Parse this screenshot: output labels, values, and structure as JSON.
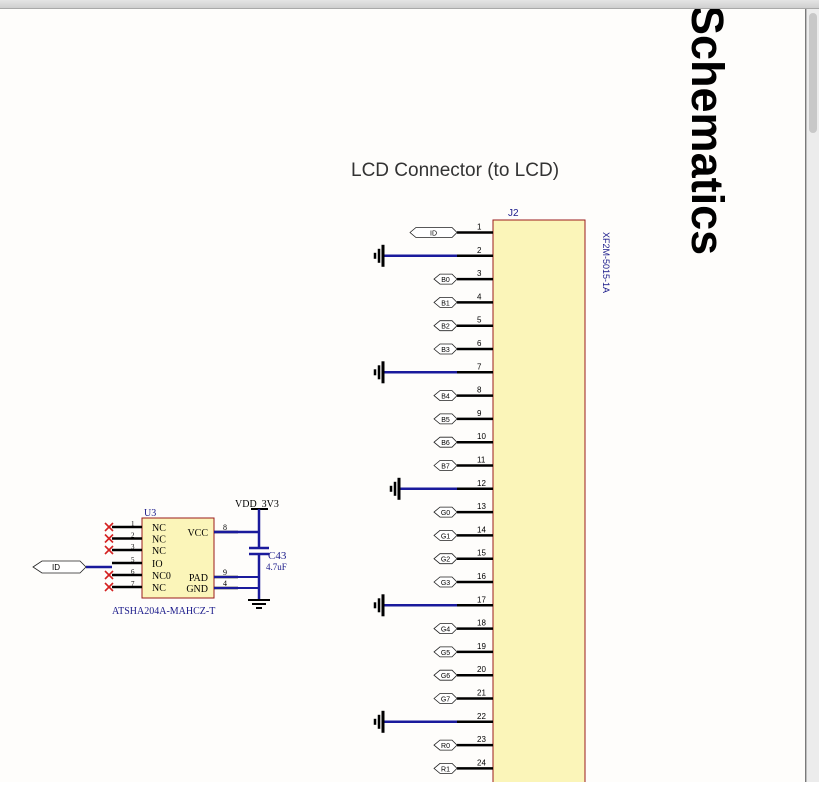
{
  "sheet": {
    "title": "Schematics",
    "section_title": "LCD Connector (to LCD)"
  },
  "connector": {
    "ref": "J2",
    "part_number": "XF2M-5015-1A",
    "pins": [
      {
        "num": "1",
        "net": "ID"
      },
      {
        "num": "2",
        "net": "GND"
      },
      {
        "num": "3",
        "net": "B0"
      },
      {
        "num": "4",
        "net": "B1"
      },
      {
        "num": "5",
        "net": "B2"
      },
      {
        "num": "6",
        "net": "B3"
      },
      {
        "num": "7",
        "net": "GND"
      },
      {
        "num": "8",
        "net": "B4"
      },
      {
        "num": "9",
        "net": "B5"
      },
      {
        "num": "10",
        "net": "B6"
      },
      {
        "num": "11",
        "net": "B7"
      },
      {
        "num": "12",
        "net": "GND"
      },
      {
        "num": "13",
        "net": "G0"
      },
      {
        "num": "14",
        "net": "G1"
      },
      {
        "num": "15",
        "net": "G2"
      },
      {
        "num": "16",
        "net": "G3"
      },
      {
        "num": "17",
        "net": "GND"
      },
      {
        "num": "18",
        "net": "G4"
      },
      {
        "num": "19",
        "net": "G5"
      },
      {
        "num": "20",
        "net": "G6"
      },
      {
        "num": "21",
        "net": "G7"
      },
      {
        "num": "22",
        "net": "GND"
      },
      {
        "num": "23",
        "net": "R0"
      },
      {
        "num": "24",
        "net": "R1"
      }
    ]
  },
  "ic": {
    "ref": "U3",
    "part_number": "ATSHA204A-MAHCZ-T",
    "left_pins": [
      {
        "num": "1",
        "name": "NC",
        "noconnect": true
      },
      {
        "num": "2",
        "name": "NC",
        "noconnect": true
      },
      {
        "num": "3",
        "name": "NC",
        "noconnect": true
      },
      {
        "num": "5",
        "name": "IO",
        "noconnect": false
      },
      {
        "num": "6",
        "name": "NC0",
        "noconnect": true
      },
      {
        "num": "7",
        "name": "NC",
        "noconnect": true
      }
    ],
    "right_pins": [
      {
        "num": "8",
        "name": "VCC"
      },
      {
        "num": "9",
        "name": "PAD"
      },
      {
        "num": "4",
        "name": "GND"
      }
    ],
    "io_net": "ID"
  },
  "capacitor": {
    "ref": "C43",
    "value": "4.7uF"
  },
  "power_net": "VDD_3V3",
  "colors": {
    "wire": "#1a1a9c",
    "part_outline": "#9b1b1b",
    "part_fill": "#fbf5b9",
    "pin": "#000000",
    "label_text": "#1a1a8a",
    "noconnect": "#d42020"
  }
}
